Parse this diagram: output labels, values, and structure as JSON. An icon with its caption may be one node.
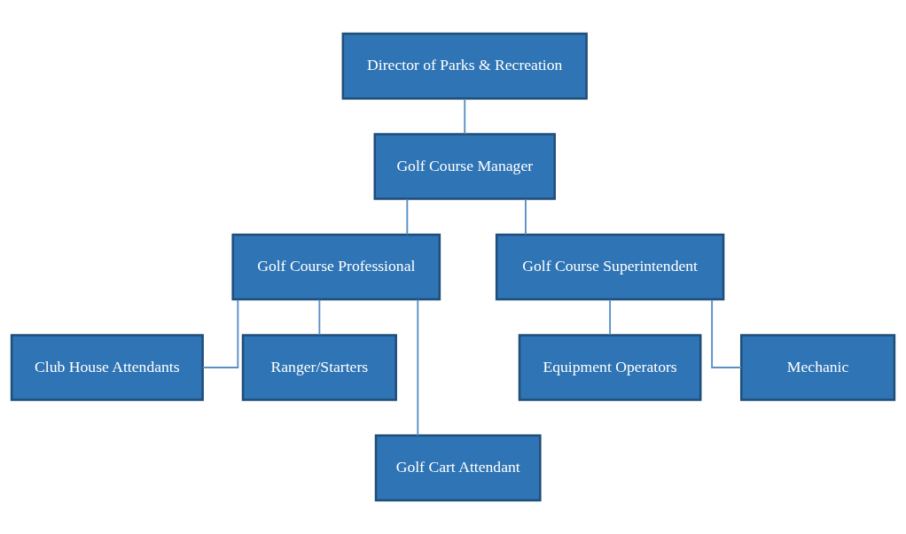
{
  "diagram": {
    "nodes": [
      {
        "text": [
          "Director of Parks & Recreation"
        ]
      },
      {
        "text": [
          "Golf Course Manager"
        ]
      },
      {
        "text": [
          "Golf Course Professional"
        ]
      },
      {
        "text": [
          "Golf Course Superintendent"
        ]
      },
      {
        "text": [
          "Club House Attendants"
        ]
      },
      {
        "text": [
          "Ranger/Starters"
        ]
      },
      {
        "text": [
          "Equipment Operators"
        ]
      },
      {
        "text": [
          "Mechanic"
        ]
      },
      {
        "text": [
          "Golf Cart Attendant"
        ]
      }
    ],
    "edges": [
      {
        "from": 0,
        "to": 1,
        "arrow": "none"
      },
      {
        "from": 1,
        "to": 2,
        "arrow": "none"
      },
      {
        "from": 1,
        "to": 3,
        "arrow": "none"
      },
      {
        "from": 2,
        "to": 4,
        "arrow": "none"
      },
      {
        "from": 2,
        "to": 5,
        "arrow": "none"
      },
      {
        "from": 2,
        "to": 8,
        "arrow": "none"
      },
      {
        "from": 3,
        "to": 6,
        "arrow": "none"
      },
      {
        "from": 3,
        "to": 7,
        "arrow": "none"
      }
    ]
  }
}
